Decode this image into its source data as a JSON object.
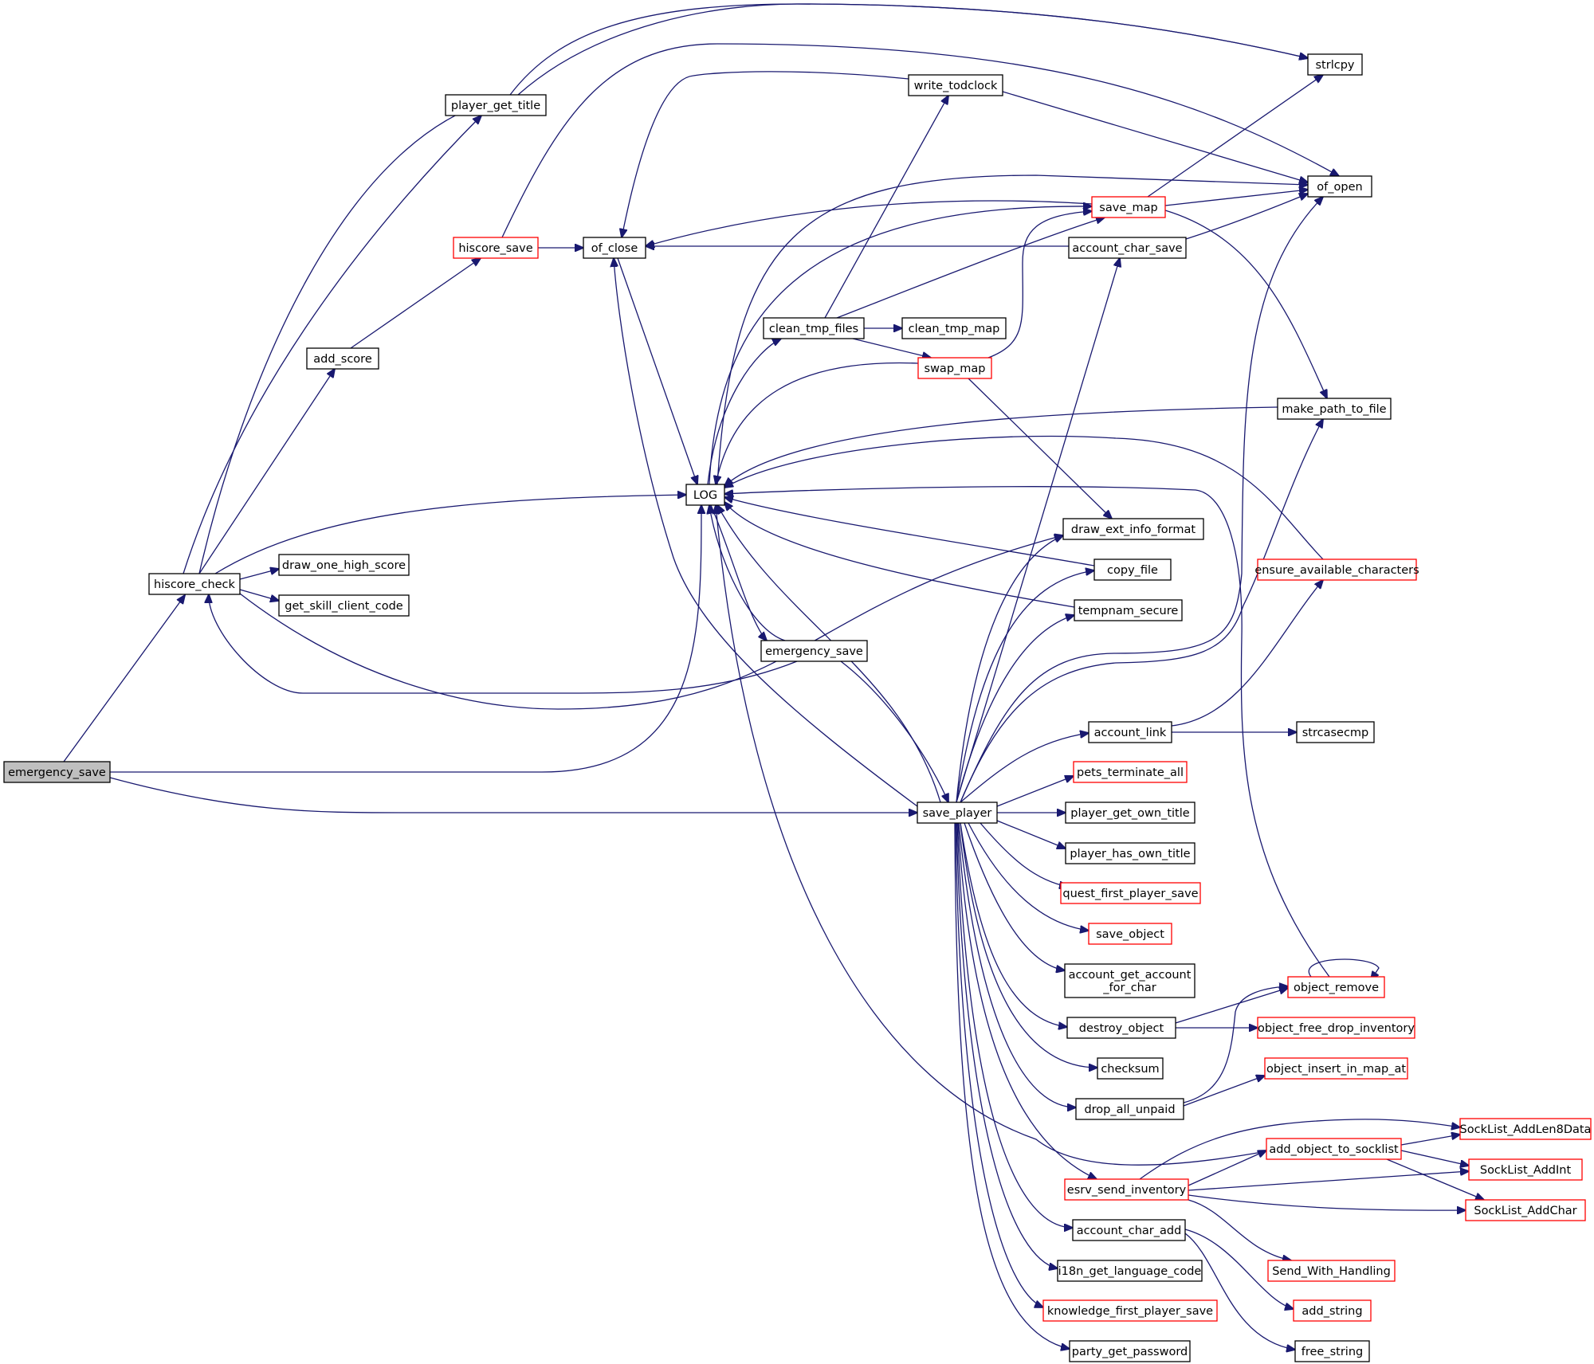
{
  "graph": {
    "title": "",
    "colors": {
      "edge": "#191970",
      "node_border_default": "#000000",
      "node_border_truncated": "#ff0000",
      "node_fill_default": "#ffffff",
      "node_fill_root": "#bfbfbf",
      "text": "#000000"
    },
    "nodes": {
      "emergency_save_root": {
        "label": "emergency_save",
        "style": "root"
      },
      "hiscore_check": {
        "label": "hiscore_check",
        "style": "normal"
      },
      "player_get_title": {
        "label": "player_get_title",
        "style": "normal"
      },
      "add_score": {
        "label": "add_score",
        "style": "normal"
      },
      "hiscore_save": {
        "label": "hiscore_save",
        "style": "truncated"
      },
      "of_close": {
        "label": "of_close",
        "style": "normal"
      },
      "write_todclock": {
        "label": "write_todclock",
        "style": "normal"
      },
      "strlcpy": {
        "label": "strlcpy",
        "style": "normal"
      },
      "of_open": {
        "label": "of_open",
        "style": "normal"
      },
      "save_map": {
        "label": "save_map",
        "style": "truncated"
      },
      "account_char_save": {
        "label": "account_char_save",
        "style": "normal"
      },
      "clean_tmp_files": {
        "label": "clean_tmp_files",
        "style": "normal"
      },
      "clean_tmp_map": {
        "label": "clean_tmp_map",
        "style": "normal"
      },
      "swap_map": {
        "label": "swap_map",
        "style": "truncated"
      },
      "make_path_to_file": {
        "label": "make_path_to_file",
        "style": "normal"
      },
      "LOG": {
        "label": "LOG",
        "style": "normal"
      },
      "draw_ext_info_format": {
        "label": "draw_ext_info_format",
        "style": "normal"
      },
      "copy_file": {
        "label": "copy_file",
        "style": "normal"
      },
      "ensure_available_characters": {
        "label": "ensure_available_characters",
        "style": "truncated"
      },
      "tempnam_secure": {
        "label": "tempnam_secure",
        "style": "normal"
      },
      "draw_one_high_score": {
        "label": "draw_one_high_score",
        "style": "normal"
      },
      "get_skill_client_code": {
        "label": "get_skill_client_code",
        "style": "normal"
      },
      "emergency_save_inner": {
        "label": "emergency_save",
        "style": "normal"
      },
      "account_link": {
        "label": "account_link",
        "style": "normal"
      },
      "strcasecmp": {
        "label": "strcasecmp",
        "style": "normal"
      },
      "pets_terminate_all": {
        "label": "pets_terminate_all",
        "style": "truncated"
      },
      "save_player": {
        "label": "save_player",
        "style": "normal"
      },
      "player_get_own_title": {
        "label": "player_get_own_title",
        "style": "normal"
      },
      "player_has_own_title": {
        "label": "player_has_own_title",
        "style": "normal"
      },
      "quest_first_player_save": {
        "label": "quest_first_player_save",
        "style": "truncated"
      },
      "save_object": {
        "label": "save_object",
        "style": "truncated"
      },
      "account_get_account_for_char": {
        "label": "account_get_account\n_for_char",
        "style": "normal"
      },
      "object_remove": {
        "label": "object_remove",
        "style": "truncated"
      },
      "destroy_object": {
        "label": "destroy_object",
        "style": "normal"
      },
      "object_free_drop_inventory": {
        "label": "object_free_drop_inventory",
        "style": "truncated"
      },
      "checksum": {
        "label": "checksum",
        "style": "normal"
      },
      "object_insert_in_map_at": {
        "label": "object_insert_in_map_at",
        "style": "truncated"
      },
      "drop_all_unpaid": {
        "label": "drop_all_unpaid",
        "style": "normal"
      },
      "SockList_AddLen8Data": {
        "label": "SockList_AddLen8Data",
        "style": "truncated"
      },
      "add_object_to_socklist": {
        "label": "add_object_to_socklist",
        "style": "truncated"
      },
      "SockList_AddInt": {
        "label": "SockList_AddInt",
        "style": "truncated"
      },
      "esrv_send_inventory": {
        "label": "esrv_send_inventory",
        "style": "truncated"
      },
      "SockList_AddChar": {
        "label": "SockList_AddChar",
        "style": "truncated"
      },
      "account_char_add": {
        "label": "account_char_add",
        "style": "normal"
      },
      "Send_With_Handling": {
        "label": "Send_With_Handling",
        "style": "truncated"
      },
      "i18n_get_language_code": {
        "label": "i18n_get_language_code",
        "style": "normal"
      },
      "add_string": {
        "label": "add_string",
        "style": "truncated"
      },
      "knowledge_first_player_save": {
        "label": "knowledge_first_player_save",
        "style": "truncated"
      },
      "party_get_password": {
        "label": "party_get_password",
        "style": "normal"
      },
      "free_string": {
        "label": "free_string",
        "style": "normal"
      }
    },
    "edges": [
      [
        "emergency_save_root",
        "hiscore_check"
      ],
      [
        "emergency_save_root",
        "LOG"
      ],
      [
        "emergency_save_root",
        "save_player"
      ],
      [
        "hiscore_check",
        "player_get_title"
      ],
      [
        "hiscore_check",
        "add_score"
      ],
      [
        "hiscore_check",
        "strlcpy"
      ],
      [
        "hiscore_check",
        "LOG"
      ],
      [
        "hiscore_check",
        "draw_one_high_score"
      ],
      [
        "hiscore_check",
        "get_skill_client_code"
      ],
      [
        "hiscore_check",
        "draw_ext_info_format"
      ],
      [
        "player_get_title",
        "strlcpy"
      ],
      [
        "add_score",
        "hiscore_save"
      ],
      [
        "hiscore_save",
        "of_close"
      ],
      [
        "hiscore_save",
        "of_open"
      ],
      [
        "of_close",
        "LOG"
      ],
      [
        "write_todclock",
        "of_close"
      ],
      [
        "write_todclock",
        "of_open"
      ],
      [
        "save_map",
        "of_close"
      ],
      [
        "save_map",
        "of_open"
      ],
      [
        "save_map",
        "strlcpy"
      ],
      [
        "save_map",
        "make_path_to_file"
      ],
      [
        "account_char_save",
        "of_close"
      ],
      [
        "account_char_save",
        "of_open"
      ],
      [
        "clean_tmp_files",
        "write_todclock"
      ],
      [
        "clean_tmp_files",
        "clean_tmp_map"
      ],
      [
        "clean_tmp_files",
        "swap_map"
      ],
      [
        "clean_tmp_files",
        "save_map"
      ],
      [
        "swap_map",
        "save_map"
      ],
      [
        "swap_map",
        "draw_ext_info_format"
      ],
      [
        "swap_map",
        "LOG"
      ],
      [
        "LOG",
        "of_open"
      ],
      [
        "LOG",
        "save_map"
      ],
      [
        "LOG",
        "clean_tmp_files"
      ],
      [
        "LOG",
        "emergency_save_inner"
      ],
      [
        "make_path_to_file",
        "LOG"
      ],
      [
        "copy_file",
        "LOG"
      ],
      [
        "tempnam_secure",
        "LOG"
      ],
      [
        "ensure_available_characters",
        "LOG"
      ],
      [
        "emergency_save_inner",
        "hiscore_check"
      ],
      [
        "emergency_save_inner",
        "LOG"
      ],
      [
        "emergency_save_inner",
        "save_player"
      ],
      [
        "account_link",
        "ensure_available_characters"
      ],
      [
        "account_link",
        "strcasecmp"
      ],
      [
        "object_remove",
        "object_remove"
      ],
      [
        "object_remove",
        "LOG"
      ],
      [
        "save_player",
        "of_close"
      ],
      [
        "save_player",
        "LOG"
      ],
      [
        "save_player",
        "account_char_save"
      ],
      [
        "save_player",
        "draw_ext_info_format"
      ],
      [
        "save_player",
        "copy_file"
      ],
      [
        "save_player",
        "tempnam_secure"
      ],
      [
        "save_player",
        "of_open"
      ],
      [
        "save_player",
        "make_path_to_file"
      ],
      [
        "save_player",
        "account_link"
      ],
      [
        "save_player",
        "pets_terminate_all"
      ],
      [
        "save_player",
        "player_get_own_title"
      ],
      [
        "save_player",
        "player_has_own_title"
      ],
      [
        "save_player",
        "quest_first_player_save"
      ],
      [
        "save_player",
        "save_object"
      ],
      [
        "save_player",
        "account_get_account_for_char"
      ],
      [
        "save_player",
        "destroy_object"
      ],
      [
        "save_player",
        "checksum"
      ],
      [
        "save_player",
        "drop_all_unpaid"
      ],
      [
        "save_player",
        "esrv_send_inventory"
      ],
      [
        "save_player",
        "account_char_add"
      ],
      [
        "save_player",
        "i18n_get_language_code"
      ],
      [
        "save_player",
        "knowledge_first_player_save"
      ],
      [
        "save_player",
        "party_get_password"
      ],
      [
        "destroy_object",
        "object_remove"
      ],
      [
        "destroy_object",
        "object_free_drop_inventory"
      ],
      [
        "drop_all_unpaid",
        "object_remove"
      ],
      [
        "drop_all_unpaid",
        "object_insert_in_map_at"
      ],
      [
        "esrv_send_inventory",
        "SockList_AddLen8Data"
      ],
      [
        "esrv_send_inventory",
        "add_object_to_socklist"
      ],
      [
        "esrv_send_inventory",
        "SockList_AddInt"
      ],
      [
        "esrv_send_inventory",
        "SockList_AddChar"
      ],
      [
        "esrv_send_inventory",
        "Send_With_Handling"
      ],
      [
        "add_object_to_socklist",
        "LOG"
      ],
      [
        "add_object_to_socklist",
        "SockList_AddLen8Data"
      ],
      [
        "add_object_to_socklist",
        "SockList_AddInt"
      ],
      [
        "add_object_to_socklist",
        "SockList_AddChar"
      ],
      [
        "account_char_add",
        "add_string"
      ],
      [
        "account_char_add",
        "free_string"
      ]
    ]
  }
}
